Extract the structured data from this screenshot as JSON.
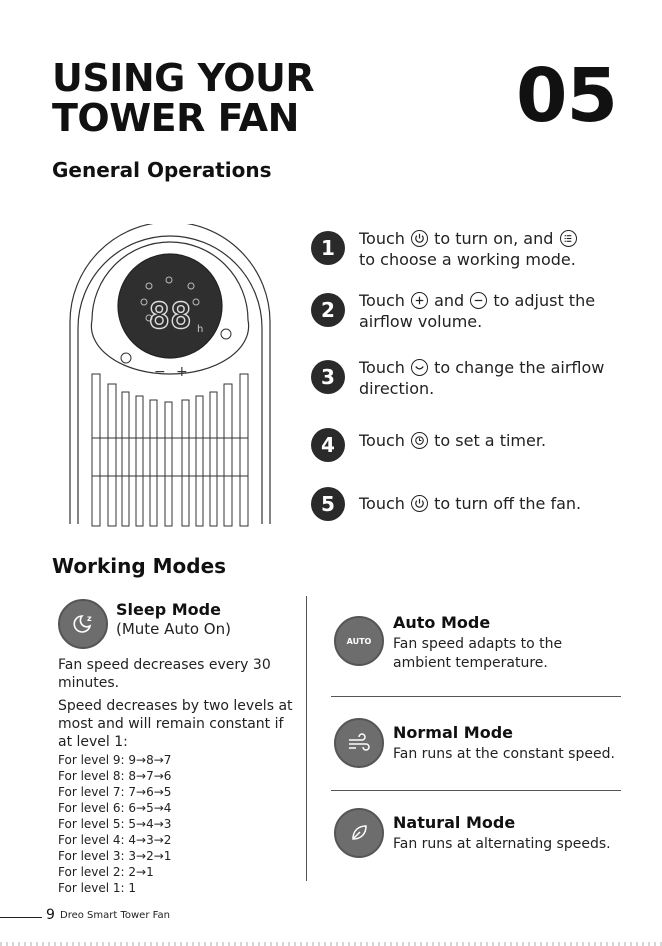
{
  "header": {
    "title_line1": "USING YOUR",
    "title_line2": "TOWER FAN",
    "chapter": "05"
  },
  "general": {
    "heading": "General Operations",
    "panel": {
      "display": "88",
      "minus": "−",
      "plus": "+",
      "h_label": "h"
    },
    "steps": [
      {
        "num": "1",
        "t1": "Touch",
        "t2": "to turn on, and",
        "t3": "to choose a working mode."
      },
      {
        "num": "2",
        "t1": "Touch",
        "t2": "and",
        "t3": "to adjust the airflow volume."
      },
      {
        "num": "3",
        "t1": "Touch",
        "t2": "to change the airflow direction."
      },
      {
        "num": "4",
        "t1": "Touch",
        "t2": "to set a timer."
      },
      {
        "num": "5",
        "t1": "Touch",
        "t2": "to turn off the fan."
      }
    ]
  },
  "modes": {
    "heading": "Working Modes",
    "sleep": {
      "title": "Sleep Mode",
      "subtitle": "(Mute Auto On)",
      "para1": "Fan speed decreases every 30 minutes.",
      "para2": "Speed decreases by two levels at most and will remain constant if at level 1:",
      "levels": [
        "For level 9: 9→8→7",
        "For level 8: 8→7→6",
        "For level 7: 7→6→5",
        "For level 6: 6→5→4",
        "For level 5: 5→4→3",
        "For level 4: 4→3→2",
        "For level 3: 3→2→1",
        "For level 2: 2→1",
        "For level 1: 1"
      ]
    },
    "auto": {
      "icon_label": "AUTO",
      "title": "Auto Mode",
      "desc": "Fan speed adapts to the ambient temperature."
    },
    "normal": {
      "title": "Normal Mode",
      "desc": "Fan runs at the constant speed."
    },
    "natural": {
      "title": "Natural Mode",
      "desc": "Fan runs at alternating speeds."
    }
  },
  "footer": {
    "page": "9",
    "product": "Dreo Smart Tower Fan"
  }
}
